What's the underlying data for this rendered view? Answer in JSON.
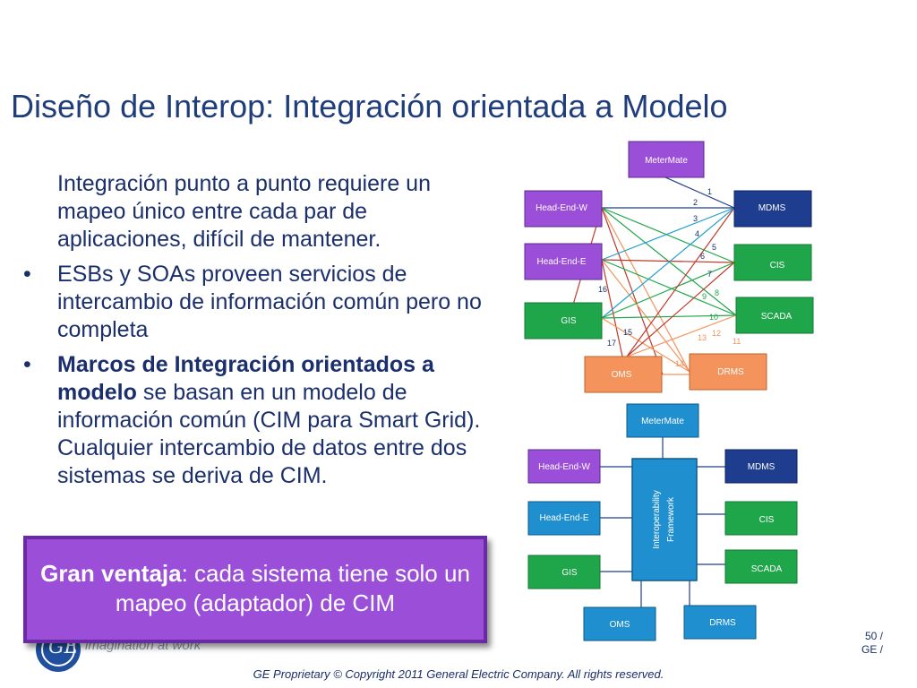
{
  "title": "Diseño de Interop: Integración orientada a Modelo",
  "bullets": [
    {
      "marker": "",
      "parts": [
        {
          "text": "Integración punto a punto requiere un mapeo único entre cada par de aplicaciones, difícil de mantener.",
          "bold": false
        }
      ]
    },
    {
      "marker": "•",
      "parts": [
        {
          "text": "ESBs y SOAs proveen servicios de intercambio de información común pero no completa",
          "bold": false
        }
      ]
    },
    {
      "marker": "•",
      "parts": [
        {
          "text": "Marcos de Integración orientados a ",
          "bold": true
        },
        {
          "text": "modelo",
          "bold": true
        },
        {
          "text": " se basan en un modelo de información común (CIM para Smart Grid). Cualquier intercambio de datos entre dos sistemas se deriva de CIM.",
          "bold": false
        }
      ]
    }
  ],
  "callout": {
    "bold": "Gran ventaja",
    "rest": ": cada sistema tiene solo un mapeo (adaptador) de CIM"
  },
  "tagline": "imagination at work",
  "logo_text": "GE",
  "page": {
    "line1": "50 /",
    "line2": "GE  /"
  },
  "footer": "GE Proprietary © Copyright 2011 General Electric Company. All rights reserved.",
  "diagram_top": {
    "nodes": [
      {
        "id": "metermate",
        "label": "MeterMate",
        "color": "#9b4fd9"
      },
      {
        "id": "headw",
        "label": "Head-End-W",
        "color": "#9b4fd9"
      },
      {
        "id": "heade",
        "label": "Head-End-E",
        "color": "#9b4fd9"
      },
      {
        "id": "gis",
        "label": "GIS",
        "color": "#1fa64a"
      },
      {
        "id": "oms",
        "label": "OMS",
        "color": "#f4935b"
      },
      {
        "id": "mdms",
        "label": "MDMS",
        "color": "#1f3d8f"
      },
      {
        "id": "cis",
        "label": "CIS",
        "color": "#1fa64a"
      },
      {
        "id": "scada",
        "label": "SCADA",
        "color": "#1fa64a"
      },
      {
        "id": "drms",
        "label": "DRMS",
        "color": "#f4935b"
      }
    ],
    "numbers": [
      "1",
      "2",
      "3",
      "4",
      "5",
      "6",
      "7",
      "8",
      "9",
      "10",
      "11",
      "12",
      "13",
      "14",
      "15",
      "16",
      "17"
    ]
  },
  "diagram_bottom": {
    "nodes": [
      {
        "id": "metermate",
        "label": "MeterMate",
        "color": "#1f8fcf"
      },
      {
        "id": "headw",
        "label": "Head-End-W",
        "color": "#9b4fd9"
      },
      {
        "id": "heade",
        "label": "Head-End-E",
        "color": "#1f8fcf"
      },
      {
        "id": "gis",
        "label": "GIS",
        "color": "#1fa64a"
      },
      {
        "id": "oms",
        "label": "OMS",
        "color": "#1f8fcf"
      },
      {
        "id": "mdms",
        "label": "MDMS",
        "color": "#1f3d8f"
      },
      {
        "id": "cis",
        "label": "CIS",
        "color": "#1fa64a"
      },
      {
        "id": "scada",
        "label": "SCADA",
        "color": "#1fa64a"
      },
      {
        "id": "drms",
        "label": "DRMS",
        "color": "#1f8fcf"
      }
    ],
    "framework_label_1": "Interoperability",
    "framework_label_2": "Framework"
  }
}
